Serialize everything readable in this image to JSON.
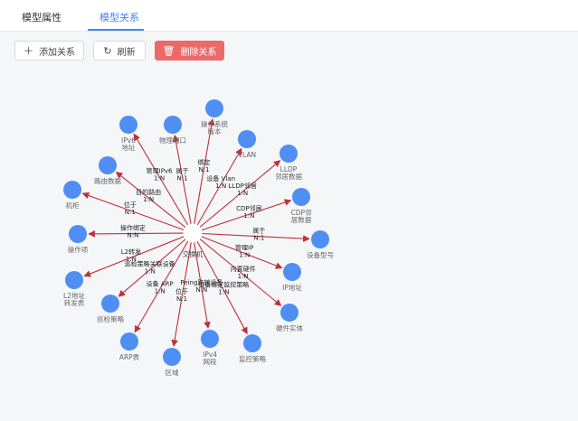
{
  "tabs": [
    {
      "label": "模型属性",
      "active": false
    },
    {
      "label": "模型关系",
      "active": true
    }
  ],
  "toolbar": {
    "add_label": "添加关系",
    "refresh_label": "刷新",
    "delete_label": "删除关系"
  },
  "graph": {
    "center_label": "交换机",
    "nodes": [
      {
        "label": "IPv6地址",
        "rel": "管理IPv6 1:N"
      },
      {
        "label": "物理端口",
        "rel": "属于 N:1"
      },
      {
        "label": "操作系统版本",
        "rel": "绑定 N:1"
      },
      {
        "label": "VLAN",
        "rel": "设备  Vlan 1:N"
      },
      {
        "label": "LLDP邻居数据",
        "rel": "LLDP邻居 1:N"
      },
      {
        "label": "CDP邻居数据",
        "rel": "CDP邻居 1:N"
      },
      {
        "label": "设备型号",
        "rel": "属于 N:1"
      },
      {
        "label": "IP地址",
        "rel": "管理IP 1:N"
      },
      {
        "label": "硬件实体",
        "rel": "内置硬件 1:N"
      },
      {
        "label": "监控策略",
        "rel": "设备绑定监控策略 1:N"
      },
      {
        "label": "IPv4网段",
        "rel": "Peing路转设备 N:N"
      },
      {
        "label": "区域",
        "rel": "位于 N:1"
      },
      {
        "label": "ARP表",
        "rel": "设备  ARP 1:N"
      },
      {
        "label": "巡检策略",
        "rel": "巡检策略关联设备 1:N"
      },
      {
        "label": "L2地址转发表",
        "rel": "L2转发 1:N"
      },
      {
        "label": "操作项",
        "rel": "操作绑定 N:N"
      },
      {
        "label": "机柜",
        "rel": "位于 N:1"
      },
      {
        "label": "路由数据",
        "rel": "目的路由 1:N"
      }
    ]
  },
  "colors": {
    "accent": "#3f87f5",
    "node_fill": "#4f8ef3",
    "edge": "#c0303a",
    "danger": "#ea6a6a"
  },
  "icons": {
    "add": "plus-icon",
    "refresh": "refresh-icon",
    "delete": "trash-icon"
  }
}
